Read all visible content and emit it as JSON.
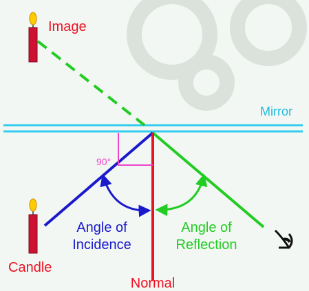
{
  "labels": {
    "image": "Image",
    "mirror": "Mirror",
    "angle_90": "90°",
    "incidence_line1": "Angle of",
    "incidence_line2": "Incidence",
    "reflection_line1": "Angle of",
    "reflection_line2": "Reflection",
    "candle": "Candle",
    "normal": "Normal"
  },
  "colors": {
    "background": "#f3f7f4",
    "mirror": "#33ccee",
    "incident_ray": "#1a1acc",
    "reflected_ray": "#22cc22",
    "virtual_ray": "#22cc22",
    "normal": "#ee1122",
    "right_angle_marker": "#ee44cc",
    "label_red": "#ee1122",
    "label_cyan": "#22bbdd",
    "candle_body": "#cc1133",
    "candle_flame": "#ffcc00",
    "watermark": "#dbe2dc"
  },
  "icons": [
    "candle-icon",
    "image-candle-icon",
    "eye-icon"
  ]
}
